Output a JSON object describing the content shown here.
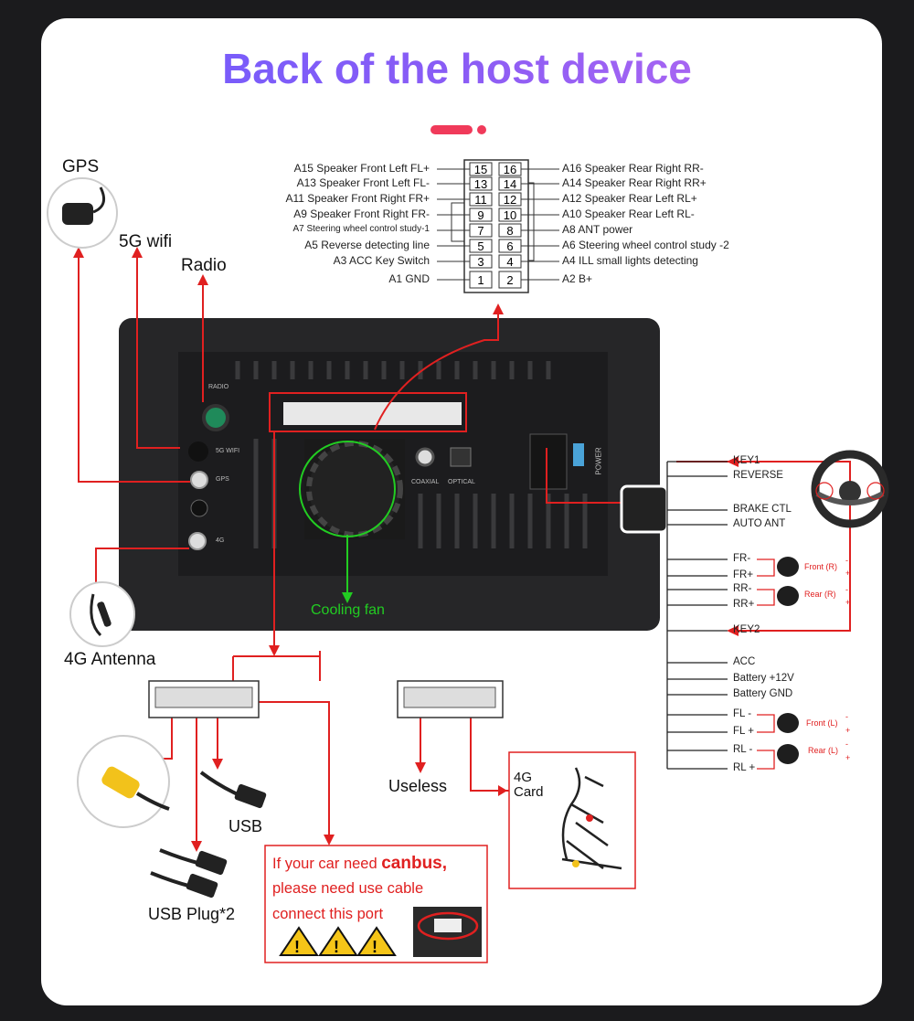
{
  "title": "Back of the host device",
  "colors": {
    "title_start": "#6a5cff",
    "title_end": "#c06cf0",
    "accent_red": "#e02020",
    "fan_green": "#22cc22",
    "device": "#2a2a2c"
  },
  "iso_pins": {
    "left": [
      {
        "pin": "15",
        "label": "A15  Speaker Front Left FL+"
      },
      {
        "pin": "13",
        "label": "A13  Speaker Front Left FL-"
      },
      {
        "pin": "11",
        "label": "A11  Speaker Front Right FR+"
      },
      {
        "pin": "9",
        "label": "A9    Speaker Front Right FR-"
      },
      {
        "pin": "7",
        "label": "A7    Steering wheel control study-1"
      },
      {
        "pin": "5",
        "label": "A5    Reverse detecting line"
      },
      {
        "pin": "3",
        "label": "A3 ACC Key Switch"
      },
      {
        "pin": "1",
        "label": "A1 GND"
      }
    ],
    "right": [
      {
        "pin": "16",
        "label": "A16 Speaker Rear Right RR-"
      },
      {
        "pin": "14",
        "label": "A14 Speaker Rear Right RR+"
      },
      {
        "pin": "12",
        "label": "A12 Speaker Rear Left RL+"
      },
      {
        "pin": "10",
        "label": "A10 Speaker Rear Left RL-"
      },
      {
        "pin": "8",
        "label": "A8   ANT power"
      },
      {
        "pin": "6",
        "label": "A6   Steering wheel control study -2"
      },
      {
        "pin": "4",
        "label": "A4   ILL small lights detecting"
      },
      {
        "pin": "2",
        "label": "A2   B+"
      }
    ]
  },
  "ports": {
    "gps": "GPS",
    "wifi": "5G wifi",
    "radio": "Radio",
    "antenna_4g": "4G Antenna",
    "cooling_fan": "Cooling fan"
  },
  "device_labels": {
    "radio": "RADIO",
    "wifi": "5G WIFI",
    "gps": "GPS",
    "ant4g": "4G",
    "coaxial": "COAXIAL",
    "optical": "OPTICAL",
    "power": "POWER"
  },
  "harness": [
    {
      "label": "KEY1"
    },
    {
      "label": "REVERSE"
    },
    {
      "label": "BRAKE CTL"
    },
    {
      "label": "AUTO ANT"
    },
    {
      "label": "FR-"
    },
    {
      "label": "FR+"
    },
    {
      "label": "RR-"
    },
    {
      "label": "RR+"
    },
    {
      "label": "KEY2"
    },
    {
      "label": "ACC"
    },
    {
      "label": "Battery +12V"
    },
    {
      "label": "Battery GND"
    },
    {
      "label": "FL -"
    },
    {
      "label": "FL +"
    },
    {
      "label": "RL -"
    },
    {
      "label": "RL +"
    }
  ],
  "speakers": [
    {
      "label": "Front (R)",
      "minus": "-",
      "plus": "+"
    },
    {
      "label": "Rear (R)",
      "minus": "-",
      "plus": "+"
    },
    {
      "label": "Front (L)",
      "minus": "-",
      "plus": "+"
    },
    {
      "label": "Rear (L)",
      "minus": "-",
      "plus": "+"
    }
  ],
  "bottom": {
    "usb": "USB",
    "usb_plug": "USB Plug*2",
    "useless": "Useless",
    "card_4g": "4G Card",
    "canbus_line1_a": "If your car need ",
    "canbus_line1_b": "canbus,",
    "canbus_line2": "please need use cable",
    "canbus_line3": "connect this port"
  }
}
